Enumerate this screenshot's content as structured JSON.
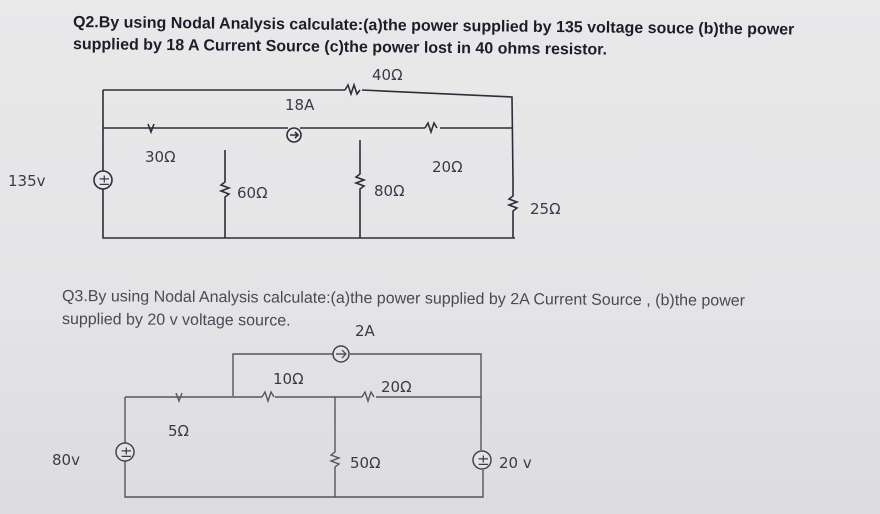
{
  "q2": {
    "line1": "Q2.By using Nodal Analysis calculate:(a)the power supplied by 135 voltage souce (b)the power",
    "line2": "supplied by 18 A Current Source (c)the power lost in 40 ohms resistor.",
    "labels": {
      "r40": "40Ω",
      "i18": "18A",
      "r30": "30Ω",
      "r20": "20Ω",
      "v135": "135v",
      "r60": "60Ω",
      "r80": "80Ω",
      "r25": "25Ω"
    }
  },
  "q3": {
    "line1": "Q3.By using Nodal Analysis calculate:(a)the power supplied by 2A Current Source , (b)the power",
    "line2": "supplied by 20 v voltage source.",
    "labels": {
      "i2": "2A",
      "r10": "10Ω",
      "r20": "20Ω",
      "r5": "5Ω",
      "v80": "80v",
      "r50": "50Ω",
      "v20": "20 v"
    }
  }
}
